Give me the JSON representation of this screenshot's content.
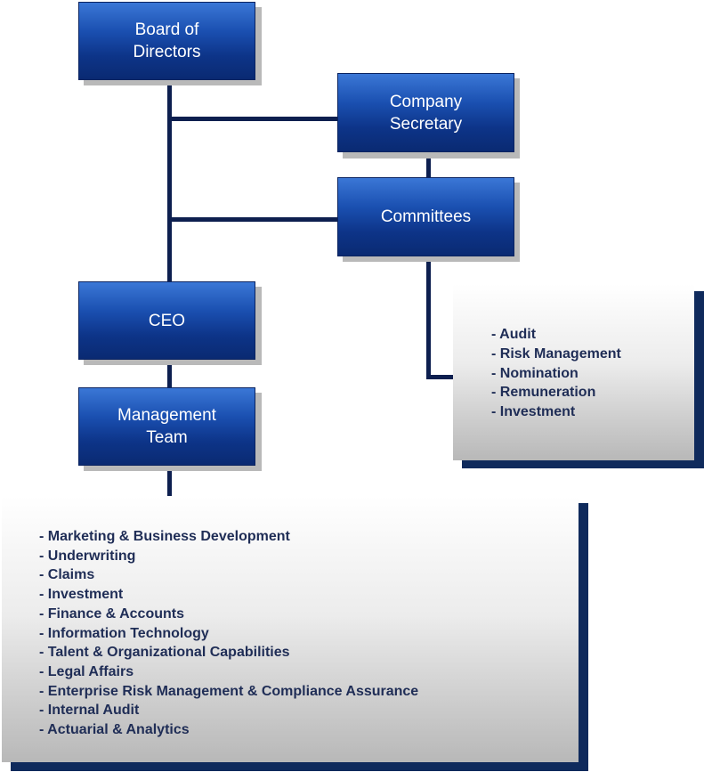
{
  "nodes": {
    "board": "Board of\nDirectors",
    "secretary": "Company\nSecretary",
    "committees": "Committees",
    "ceo": "CEO",
    "management": "Management\nTeam"
  },
  "committees_list": [
    "- Audit",
    "- Risk Management",
    "- Nomination",
    "- Remuneration",
    "- Investment"
  ],
  "management_list": [
    "- Marketing & Business Development",
    "- Underwriting",
    "- Claims",
    "- Investment",
    "- Finance & Accounts",
    "- Information Technology",
    "- Talent & Organizational Capabilities",
    "- Legal Affairs",
    "- Enterprise Risk Management & Compliance Assurance",
    "- Internal Audit",
    "- Actuarial & Analytics"
  ],
  "colors": {
    "connector": "#0d1f4f",
    "node_blue": "#1a4fb0",
    "list_text": "#1f2d56"
  }
}
